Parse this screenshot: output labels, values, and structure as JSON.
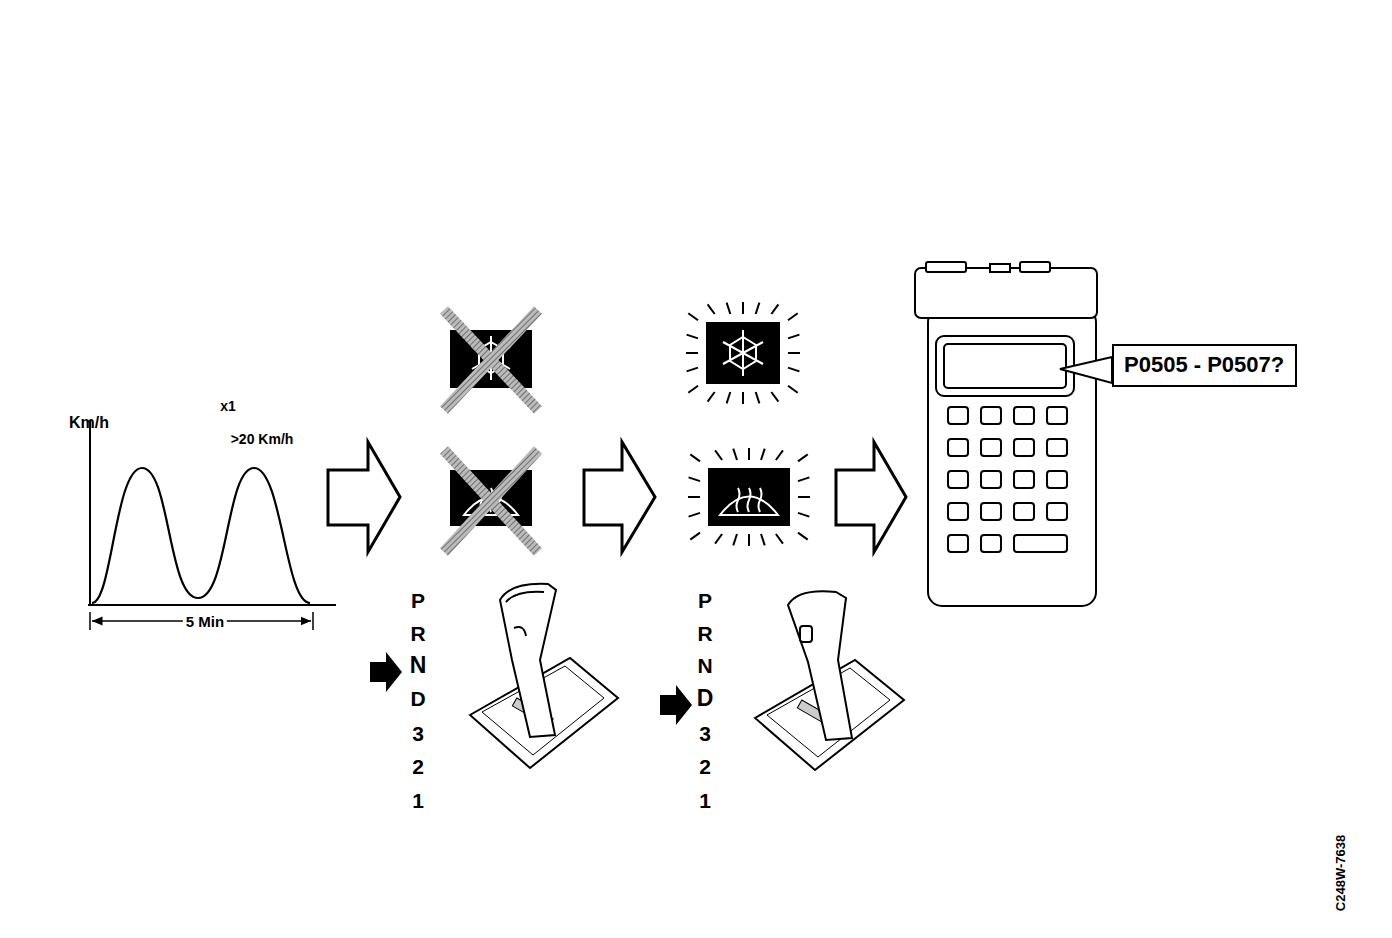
{
  "diagram": {
    "nodes": [
      {
        "text": [
          "P0505 - P0507?"
        ]
      }
    ],
    "labels": [
      "Km/h",
      "x1",
      ">20 Km/h",
      "5 Min",
      "P",
      "R",
      "N",
      "D",
      "3",
      "2",
      "1",
      "P",
      "R",
      "N",
      "D",
      "3",
      "2",
      "1",
      "C248W-7638"
    ]
  }
}
